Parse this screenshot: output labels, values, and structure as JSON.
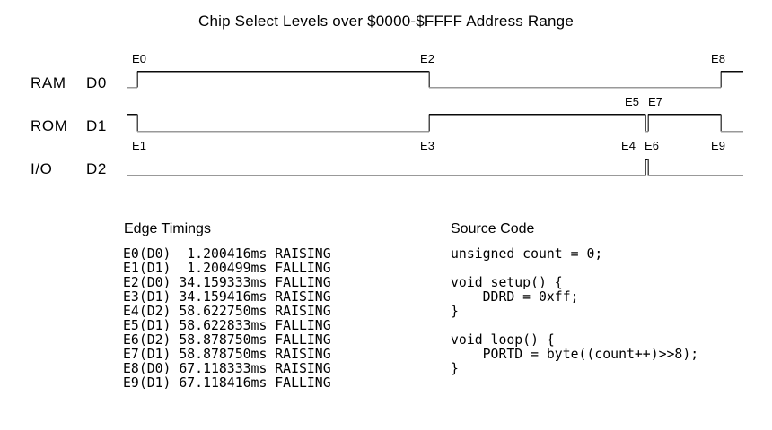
{
  "title": "Chip Select Levels over $0000-$FFFF Address Range",
  "waveform": {
    "signals": [
      {
        "chip": "RAM",
        "line": "D0",
        "initial_level": "low"
      },
      {
        "chip": "ROM",
        "line": "D1",
        "initial_level": "high"
      },
      {
        "chip": "I/O",
        "line": "D2",
        "initial_level": "low"
      }
    ],
    "edges": [
      {
        "id": "E0",
        "line": "D0",
        "time_ms": 1.200416,
        "direction": "RAISING",
        "label_row": "top",
        "label_dx": 2
      },
      {
        "id": "E1",
        "line": "D1",
        "time_ms": 1.200499,
        "direction": "FALLING",
        "label_row": "bottom",
        "label_dx": 2
      },
      {
        "id": "E2",
        "line": "D0",
        "time_ms": 34.159333,
        "direction": "FALLING",
        "label_row": "top",
        "label_dx": -2
      },
      {
        "id": "E3",
        "line": "D1",
        "time_ms": 34.159416,
        "direction": "RAISING",
        "label_row": "bottom",
        "label_dx": -2
      },
      {
        "id": "E4",
        "line": "D2",
        "time_ms": 58.62275,
        "direction": "RAISING",
        "label_row": "bottom",
        "label_dx": -19
      },
      {
        "id": "E5",
        "line": "D1",
        "time_ms": 58.622833,
        "direction": "FALLING",
        "label_row": "mid",
        "label_dx": -15
      },
      {
        "id": "E6",
        "line": "D2",
        "time_ms": 58.87875,
        "direction": "FALLING",
        "label_row": "bottom",
        "label_dx": 4
      },
      {
        "id": "E7",
        "line": "D1",
        "time_ms": 58.87875,
        "direction": "RAISING",
        "label_row": "mid",
        "label_dx": 8
      },
      {
        "id": "E8",
        "line": "D0",
        "time_ms": 67.118333,
        "direction": "RAISING",
        "label_row": "top",
        "label_dx": -3
      },
      {
        "id": "E9",
        "line": "D1",
        "time_ms": 67.118416,
        "direction": "FALLING",
        "label_row": "bottom",
        "label_dx": -3
      }
    ]
  },
  "edge_timings": {
    "heading": "Edge Timings",
    "rows": [
      {
        "edge": "E0",
        "line": "D0",
        "time": "1.200416",
        "unit": "ms",
        "direction": "RAISING"
      },
      {
        "edge": "E1",
        "line": "D1",
        "time": "1.200499",
        "unit": "ms",
        "direction": "FALLING"
      },
      {
        "edge": "E2",
        "line": "D0",
        "time": "34.159333",
        "unit": "ms",
        "direction": "FALLING"
      },
      {
        "edge": "E3",
        "line": "D1",
        "time": "34.159416",
        "unit": "ms",
        "direction": "RAISING"
      },
      {
        "edge": "E4",
        "line": "D2",
        "time": "58.622750",
        "unit": "ms",
        "direction": "RAISING"
      },
      {
        "edge": "E5",
        "line": "D1",
        "time": "58.622833",
        "unit": "ms",
        "direction": "FALLING"
      },
      {
        "edge": "E6",
        "line": "D2",
        "time": "58.878750",
        "unit": "ms",
        "direction": "FALLING"
      },
      {
        "edge": "E7",
        "line": "D1",
        "time": "58.878750",
        "unit": "ms",
        "direction": "RAISING"
      },
      {
        "edge": "E8",
        "line": "D0",
        "time": "67.118333",
        "unit": "ms",
        "direction": "RAISING"
      },
      {
        "edge": "E9",
        "line": "D1",
        "time": "67.118416",
        "unit": "ms",
        "direction": "FALLING"
      }
    ]
  },
  "source_code": {
    "heading": "Source Code",
    "lines": [
      "unsigned count = 0;",
      "",
      "void setup() {",
      "    DDRD = 0xff;",
      "}",
      "",
      "void loop() {",
      "    PORTD = byte((count++)>>8);",
      "}"
    ]
  },
  "colors": {
    "background": "#ffffff",
    "text": "#000000",
    "high_trace": "#0a0a0a",
    "low_trace": "#999999",
    "edge_trace": "#4d4d4d"
  }
}
